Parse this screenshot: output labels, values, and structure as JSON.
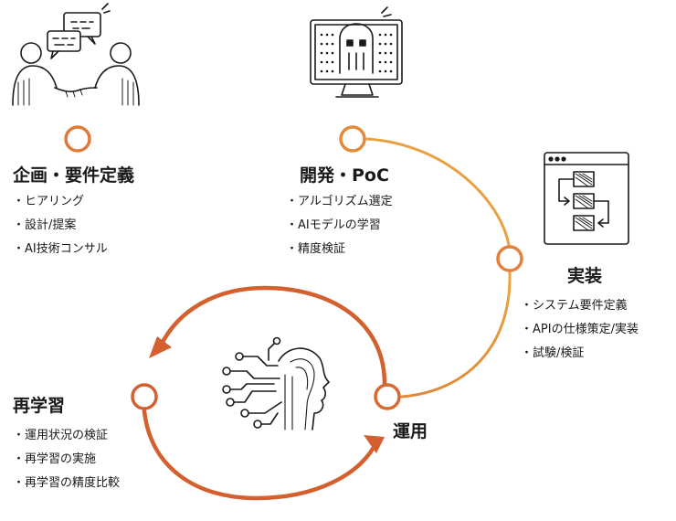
{
  "stages": {
    "planning": {
      "title": "企画・要件定義",
      "items": [
        "・ヒアリング",
        "・設計/提案",
        "・AI技術コンサル"
      ],
      "icon": "meeting-icon"
    },
    "development": {
      "title": "開発・PoC",
      "items": [
        "・アルゴリズム選定",
        "・AIモデルの学習",
        "・精度検証"
      ],
      "icon": "monitor-robot-icon"
    },
    "implementation": {
      "title": "実装",
      "items": [
        "・システム要件定義",
        "・APIの仕様策定/実装",
        "・試験/検証"
      ],
      "icon": "flowchart-window-icon"
    },
    "operation": {
      "title": "運用",
      "icon": "ai-head-circuit-icon"
    },
    "retraining": {
      "title": "再学習",
      "items": [
        "・運用状況の検証",
        "・再学習の実施",
        "・再学習の精度比較"
      ]
    }
  },
  "colors": {
    "path_light": "#e8a03a",
    "path_mid": "#e07a3a",
    "cycle": "#d3602e",
    "ink": "#1a1a1a"
  }
}
